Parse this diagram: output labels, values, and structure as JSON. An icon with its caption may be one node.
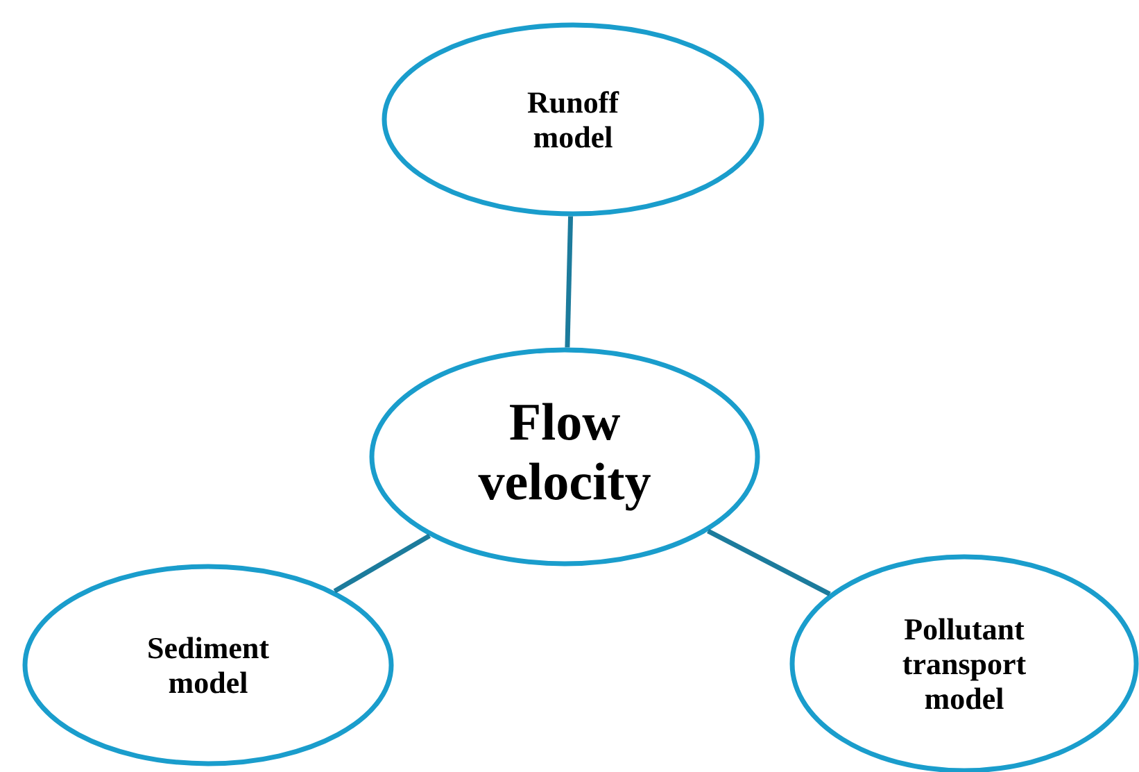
{
  "diagram": {
    "nodes": [
      {
        "text": [
          "Runoff model"
        ]
      },
      {
        "text": [
          "Flow velocity"
        ]
      },
      {
        "text": [
          "Sediment model"
        ]
      },
      {
        "text": [
          "Pollutant transport model"
        ]
      }
    ],
    "edges": [
      {
        "from": 0,
        "to": 1,
        "arrow": "none"
      },
      {
        "from": 1,
        "to": 2,
        "arrow": "none"
      },
      {
        "from": 1,
        "to": 3,
        "arrow": "none"
      }
    ]
  }
}
